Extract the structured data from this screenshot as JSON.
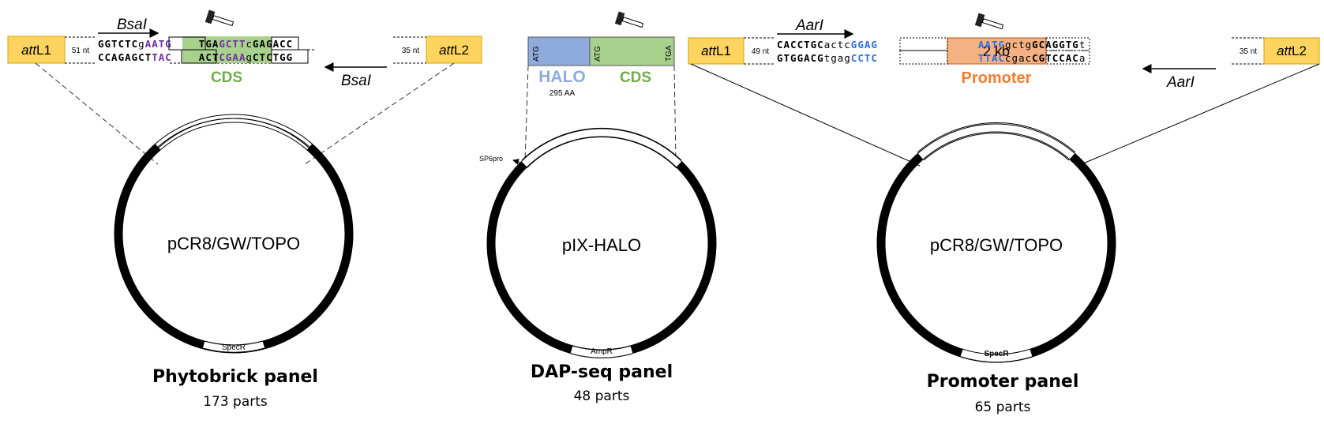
{
  "panels": {
    "phytobrick": {
      "title": "Phytobrick panel",
      "parts": "173 parts",
      "plasmid": "pCR8/GW/TOPO",
      "marker": "SpecR",
      "att_left": {
        "prefix": "att",
        "suffix": "L1"
      },
      "att_right": {
        "prefix": "att",
        "suffix": "L2"
      },
      "nt_left": "51 nt",
      "nt_right": "35 nt",
      "enzyme_top": "BsaI",
      "enzyme_bottom": "BsaI",
      "top_strand": {
        "s1": "GGTCTC",
        "s2": "g",
        "s3": "AATG",
        "s4": "TGA",
        "s5": "GCTT",
        "s6": "c",
        "s7": "GAGACC"
      },
      "bottom_strand": {
        "s1": "CCAGAGC",
        "s2": "T",
        "s3": "TAC",
        "s4": "ACT",
        "s5": "CGAA",
        "s6": "g",
        "s7": "CTCTGG"
      },
      "insert_label": "CDS"
    },
    "dapseq": {
      "title": "DAP-seq panel",
      "parts": "48 parts",
      "plasmid": "pIX-HALO",
      "marker": "AmpR",
      "promoter": "SP6pro",
      "halo": "HALO",
      "halo_size": "295 AA",
      "cds": "CDS",
      "atg1": "ATG",
      "atg2": "ATG",
      "tga": "TGA"
    },
    "promoter": {
      "title": "Promoter panel",
      "parts": "65 parts",
      "plasmid": "pCR8/GW/TOPO",
      "marker": "SpecR",
      "att_left": {
        "prefix": "att",
        "suffix": "L1"
      },
      "att_right": {
        "prefix": "att",
        "suffix": "L2"
      },
      "nt_left": "49 nt",
      "nt_right": "35 nt",
      "enzyme_top": "AarI",
      "enzyme_bottom": "AarI",
      "top_strand": {
        "s1": "CACCTGC",
        "s2": "actc",
        "s3": "GGAG",
        "s4": "AATG",
        "s5": "gctg",
        "s6": "GCAGGTG",
        "s7": "t"
      },
      "bottom_strand": {
        "s1": "GTGGACG",
        "s2": "tgag",
        "s3": "CCTC",
        "s4": "TTAC",
        "s5": "cgac",
        "s6": "CGTCCAC",
        "s7": "a"
      },
      "insert_size": "2 kb",
      "insert_label": "Promoter"
    }
  },
  "colors": {
    "att_box": "#fcd45f",
    "cds_box": "#a9d18e",
    "cds_text": "#70ad47",
    "overhang_purple": "#7030a0",
    "halo_box": "#8faadc",
    "promoter_box": "#f4b183",
    "promoter_text": "#ed7d31",
    "overhang_blue": "#2f6fde",
    "hammer_icon": "hammer-icon"
  }
}
